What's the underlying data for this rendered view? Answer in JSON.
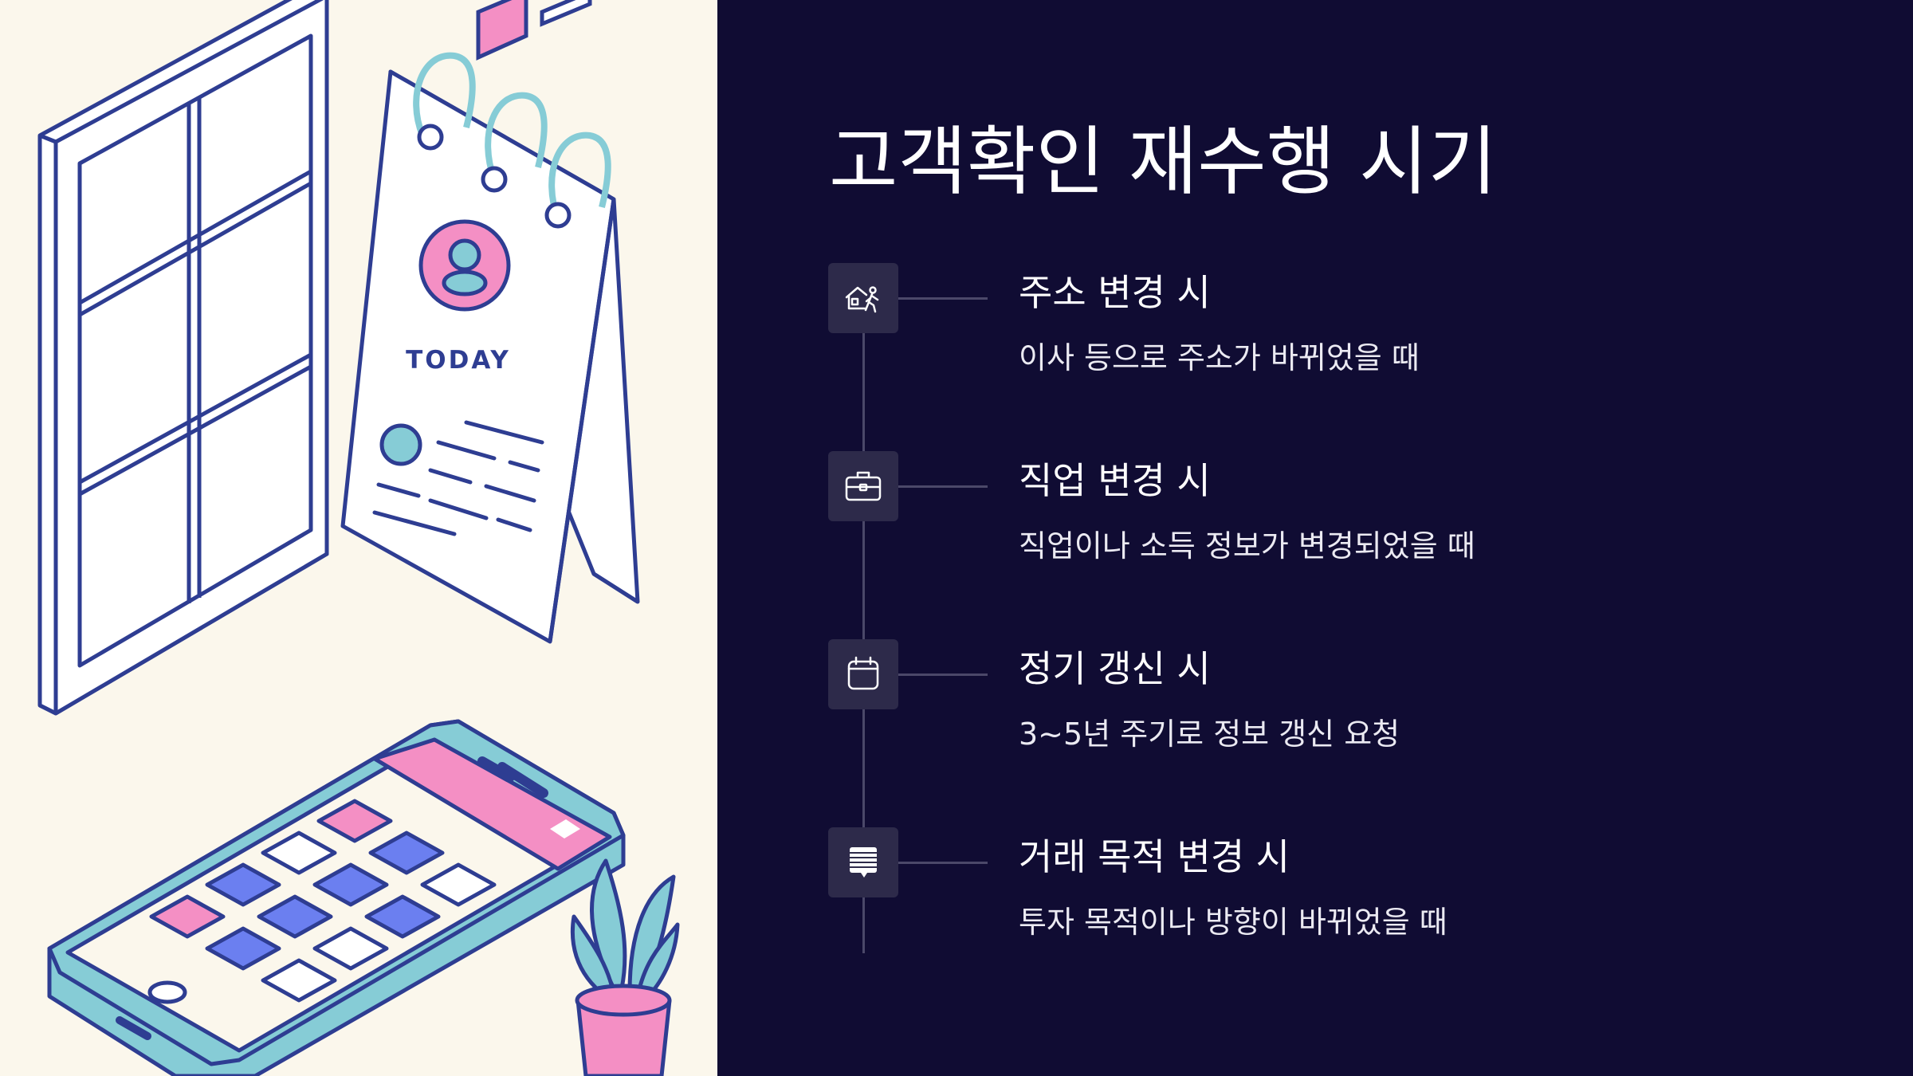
{
  "slide": {
    "title": "고객확인 재수행 시기",
    "illustration": {
      "calendar_label": "TODAY",
      "icons": [
        "window-icon",
        "desk-calendar-icon",
        "smartphone-icon",
        "plant-icon"
      ]
    },
    "items": [
      {
        "icon": "moving-house-icon",
        "title": "주소 변경 시",
        "desc": "이사 등으로 주소가 바뀌었을 때"
      },
      {
        "icon": "briefcase-icon",
        "title": "직업 변경 시",
        "desc": "직업이나 소득 정보가 변경되었을 때"
      },
      {
        "icon": "calendar-icon",
        "title": "정기 갱신 시",
        "desc": "3~5년 주기로 정보 갱신 요청"
      },
      {
        "icon": "document-icon",
        "title": "거래 목적 변경 시",
        "desc": "투자 목적이나 방향이 바뀌었을 때"
      }
    ]
  },
  "colors": {
    "left_background": "#fbf7ec",
    "right_background": "#100c33",
    "outline": "#2e3d92",
    "pink": "#f48fc4",
    "teal": "#86ccd6",
    "blue": "#6b7ff0",
    "icon_box": "#2d2a4a",
    "timeline": "#4b4869"
  }
}
